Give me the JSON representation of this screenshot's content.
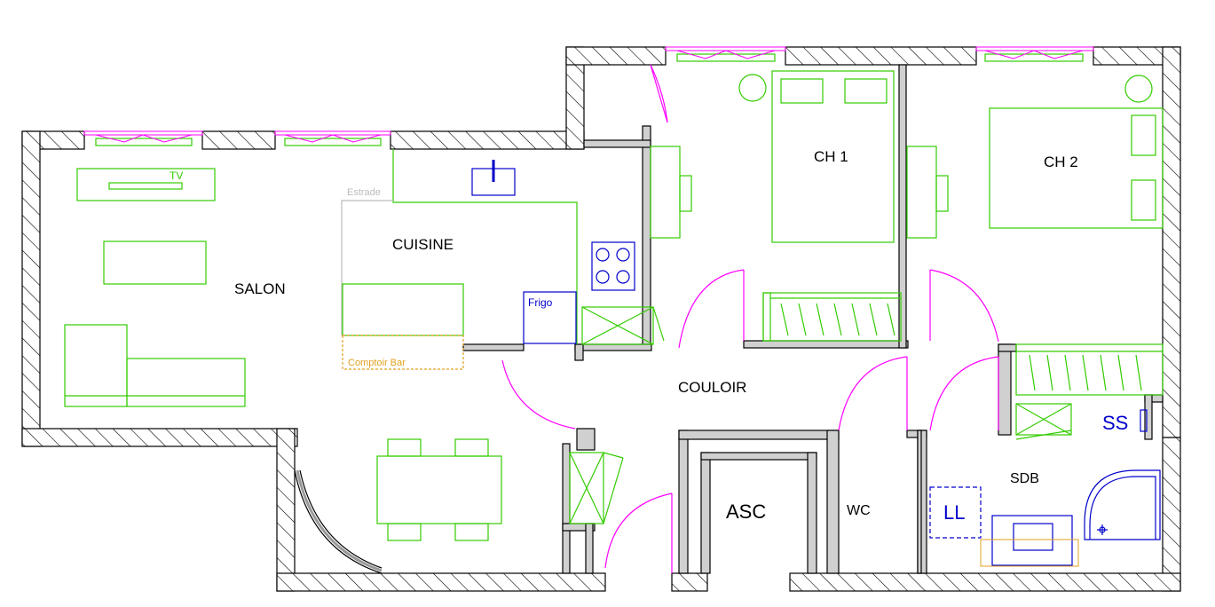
{
  "rooms": {
    "salon": "SALON",
    "cuisine": "CUISINE",
    "ch1": "CH 1",
    "ch2": "CH 2",
    "couloir": "COULOIR",
    "sdb": "SDB",
    "wc": "WC",
    "asc": "ASC"
  },
  "fixtures": {
    "tv": "TV",
    "estrade": "Estrade",
    "frigo": "Frigo",
    "comptoir": "Comptoir Bar",
    "ll": "LL",
    "ss": "SS"
  },
  "colors": {
    "wall_outline": "#000000",
    "wall_fill": "#d0d0d0",
    "furniture": "#33cc00",
    "door": "#ff00ff",
    "appliance": "#0000cc",
    "counter": "#e0a020",
    "light_line": "#bbbbbb"
  }
}
